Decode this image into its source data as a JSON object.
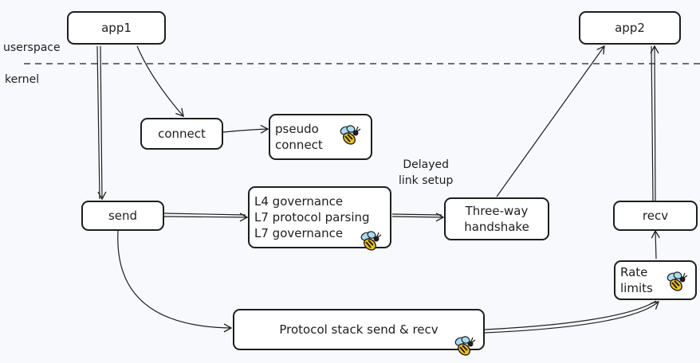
{
  "labels": {
    "userspace": "userspace",
    "kernel": "kernel",
    "delayed_link_setup": [
      "Delayed",
      "link setup"
    ]
  },
  "nodes": {
    "app1": "app1",
    "app2": "app2",
    "connect": "connect",
    "pseudo_connect": [
      "pseudo",
      "connect"
    ],
    "send": "send",
    "governance": [
      "L4 governance",
      "L7 protocol parsing",
      "L7 governance"
    ],
    "three_way_handshake": [
      "Three-way",
      "handshake"
    ],
    "recv": "recv",
    "rate_limits": [
      "Rate",
      "limits"
    ],
    "protocol_stack": "Protocol stack send & recv"
  },
  "icons": {
    "bee": "bee-icon"
  },
  "colors": {
    "background": "#f7f9fc",
    "stroke": "#1e1e1e",
    "bee_yellow": "#f5c518",
    "bee_wing": "#a9dcf2"
  }
}
